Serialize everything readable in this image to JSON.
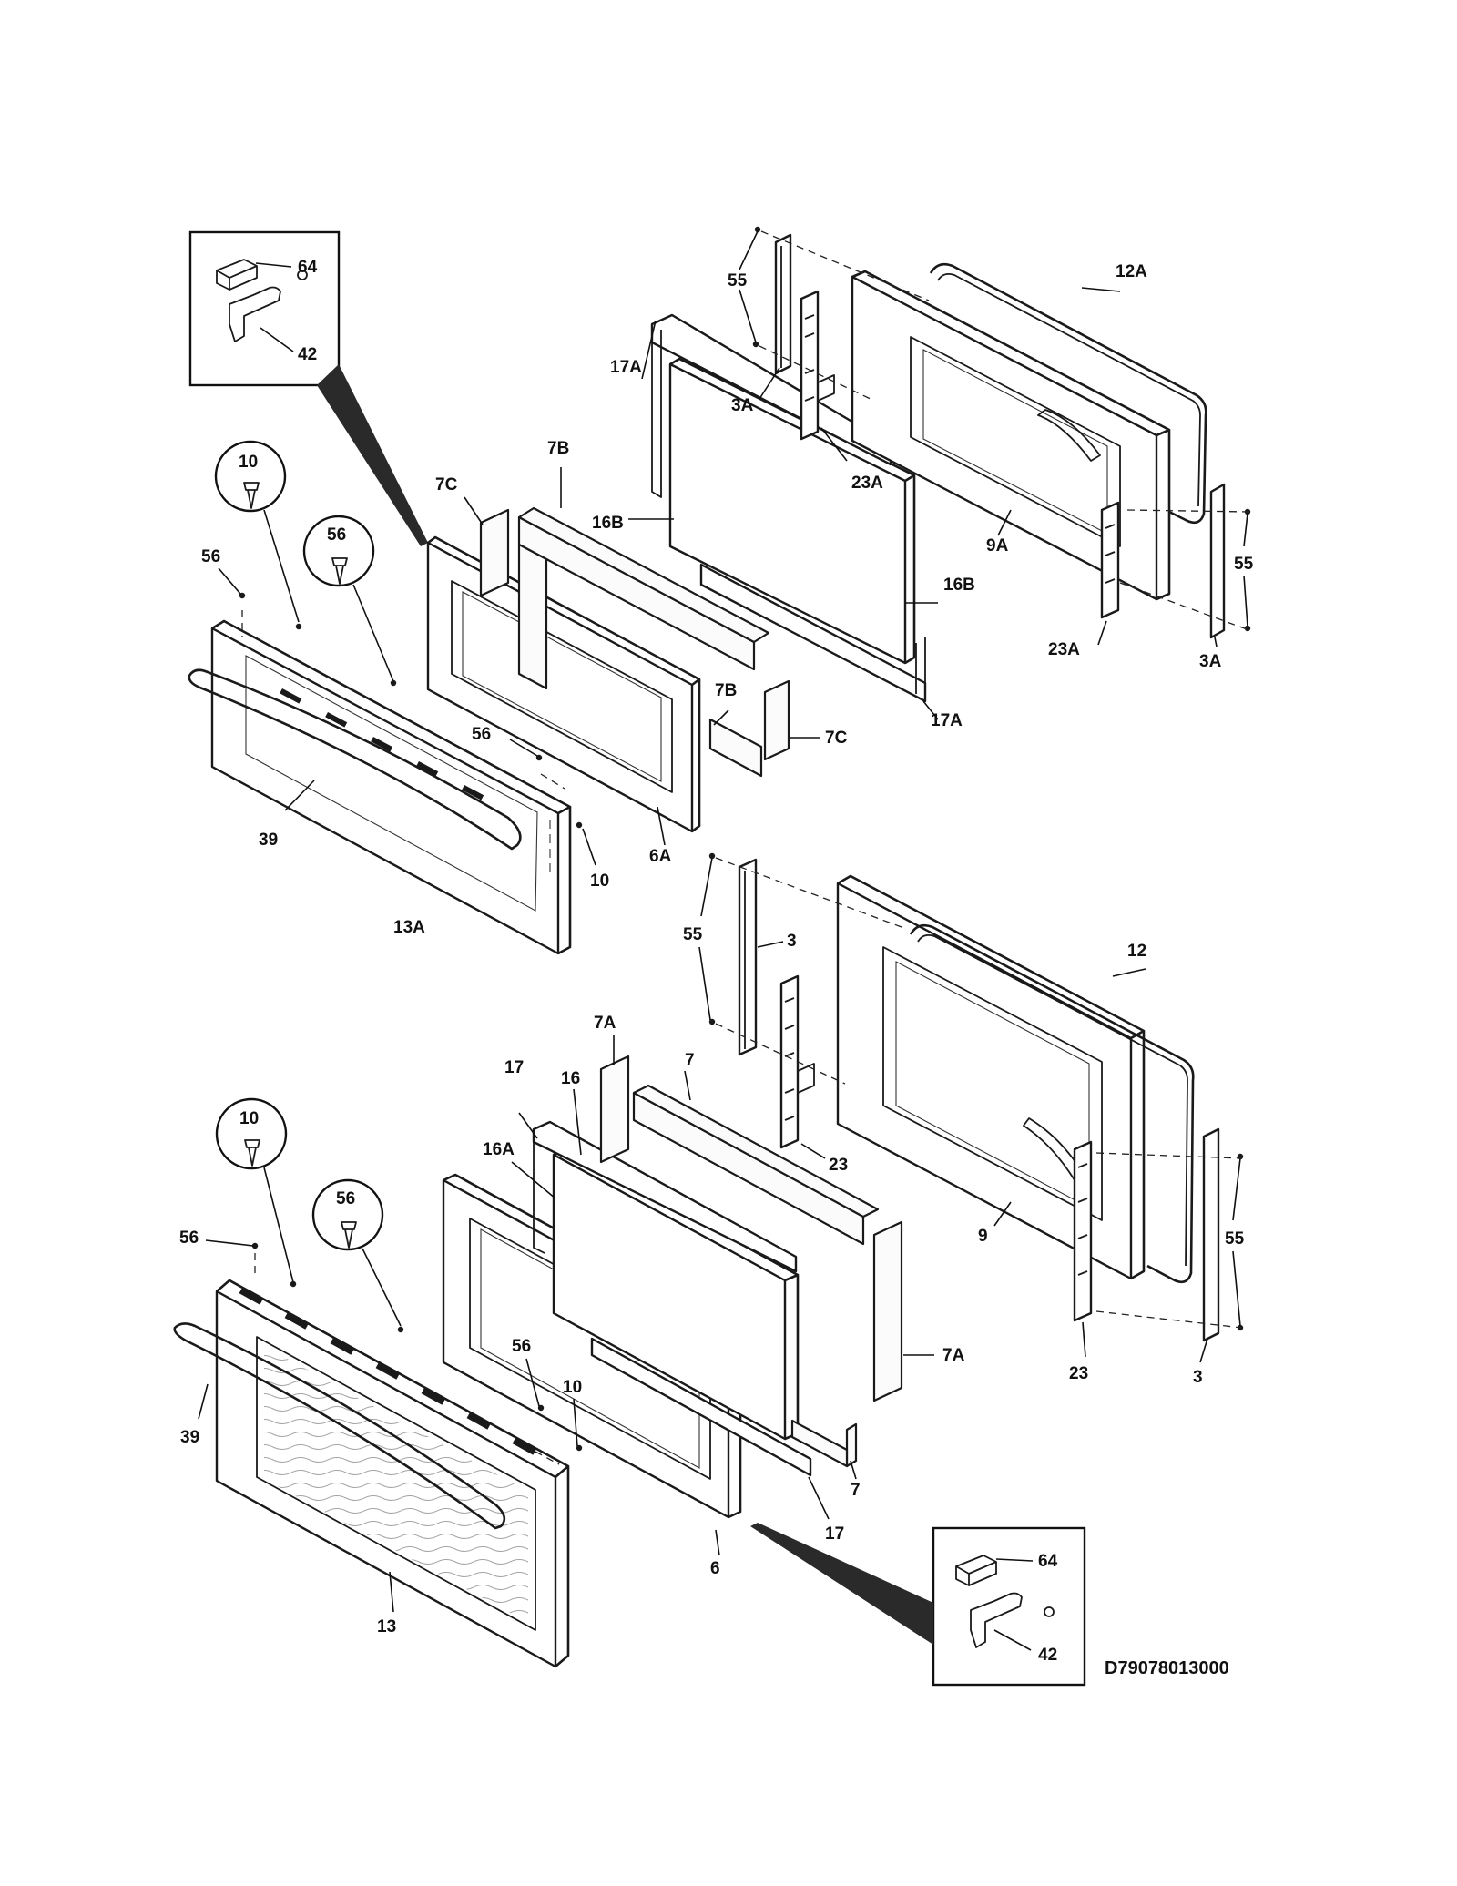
{
  "diagram": {
    "drawing_code": "D79078013000",
    "upper_door": {
      "labels": [
        "55",
        "3A",
        "23A",
        "12A",
        "9A",
        "17A",
        "16B",
        "7B",
        "7C",
        "6A",
        "56",
        "10",
        "39",
        "13A"
      ],
      "inset": {
        "label_clip_cover": "64",
        "label_bracket": "42"
      },
      "callout_screw_10": "10",
      "callout_screw_56": "56"
    },
    "lower_door": {
      "labels": [
        "55",
        "3",
        "23",
        "12",
        "9",
        "7A",
        "7",
        "17",
        "16",
        "16A",
        "6",
        "56",
        "10",
        "39",
        "13"
      ],
      "inset": {
        "label_clip_cover": "64",
        "label_bracket": "42"
      },
      "callout_screw_10": "10",
      "callout_screw_56": "56"
    }
  }
}
